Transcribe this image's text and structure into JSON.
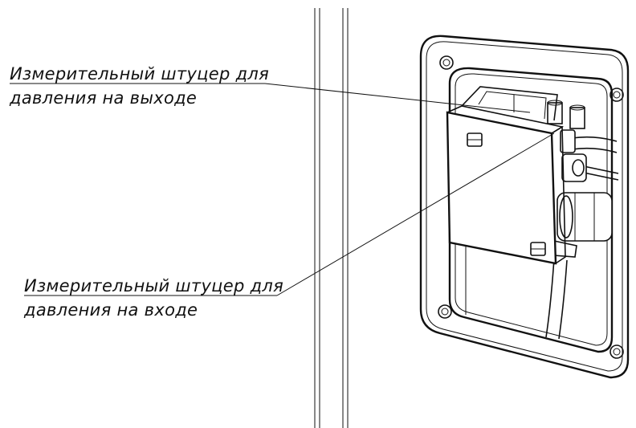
{
  "callouts": {
    "outlet_fitting": {
      "line1": "Измерительный штуцер для",
      "line2": "давления на выходе"
    },
    "inlet_fitting": {
      "line1": "Измерительный штуцер для",
      "line2": "давления на входе"
    }
  },
  "colors": {
    "line": "#111111",
    "background": "#ffffff"
  }
}
